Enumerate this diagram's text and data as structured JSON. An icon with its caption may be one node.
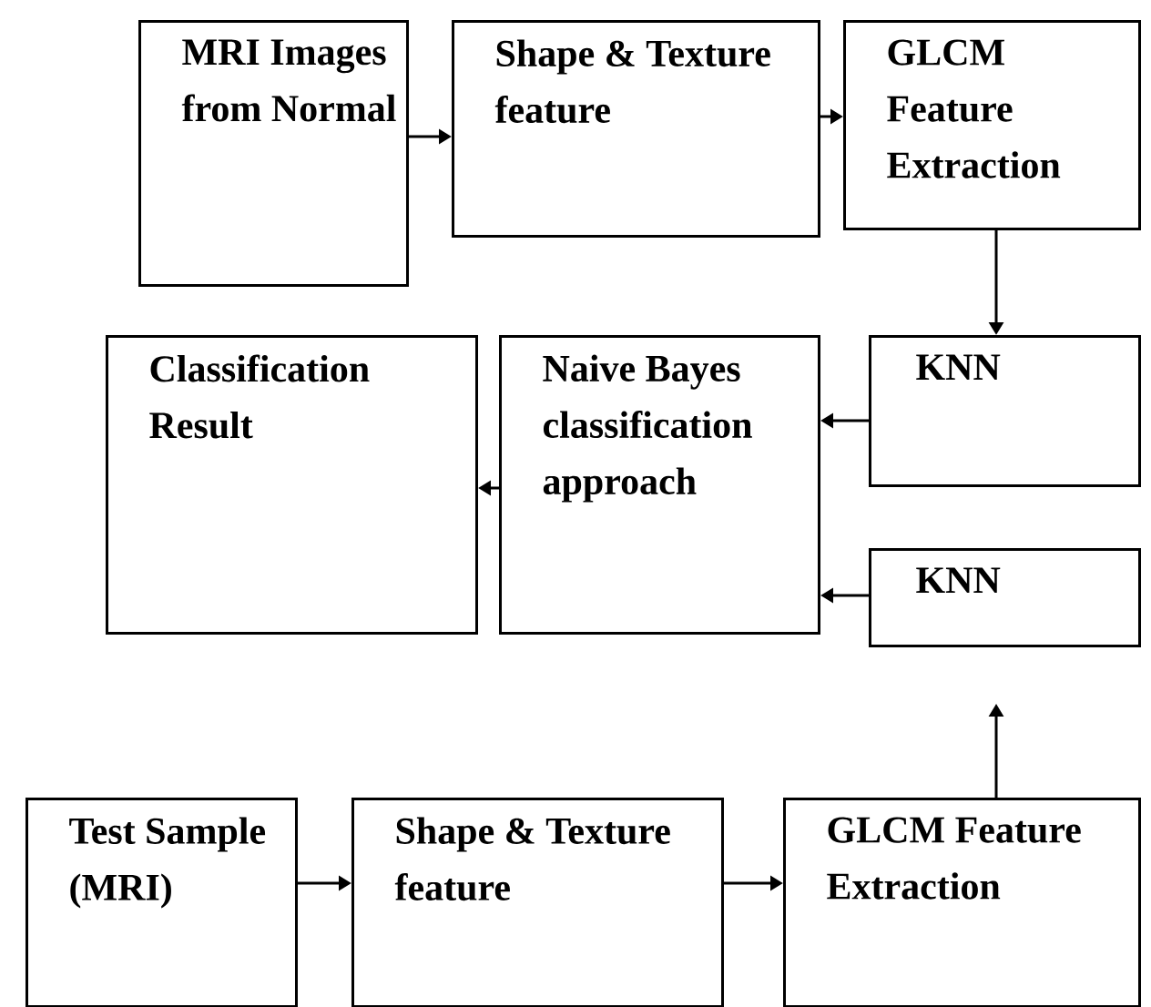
{
  "diagram": {
    "nodes": [
      {
        "text": [
          "MRI Images from Normal"
        ]
      },
      {
        "text": [
          "Shape & Texture feature"
        ]
      },
      {
        "text": [
          "GLCM Feature Extraction"
        ]
      },
      {
        "text": [
          "Classification Result"
        ]
      },
      {
        "text": [
          "Naive Bayes classification approach"
        ]
      },
      {
        "text": [
          "KNN"
        ]
      },
      {
        "text": [
          "KNN"
        ]
      },
      {
        "text": [
          "Test Sample (MRI)"
        ]
      },
      {
        "text": [
          "Shape & Texture feature"
        ]
      },
      {
        "text": [
          "GLCM Feature Extraction"
        ]
      }
    ],
    "edges": [
      {
        "from": 0,
        "to": 1,
        "arrow": "to"
      },
      {
        "from": 1,
        "to": 2,
        "arrow": "to"
      },
      {
        "from": 2,
        "to": 5,
        "arrow": "to"
      },
      {
        "from": 5,
        "to": 4,
        "arrow": "to"
      },
      {
        "from": 4,
        "to": 3,
        "arrow": "to"
      },
      {
        "from": 6,
        "to": 4,
        "arrow": "to"
      },
      {
        "from": 9,
        "to": 6,
        "arrow": "to"
      },
      {
        "from": 7,
        "to": 8,
        "arrow": "to"
      },
      {
        "from": 8,
        "to": 9,
        "arrow": "to"
      }
    ]
  }
}
